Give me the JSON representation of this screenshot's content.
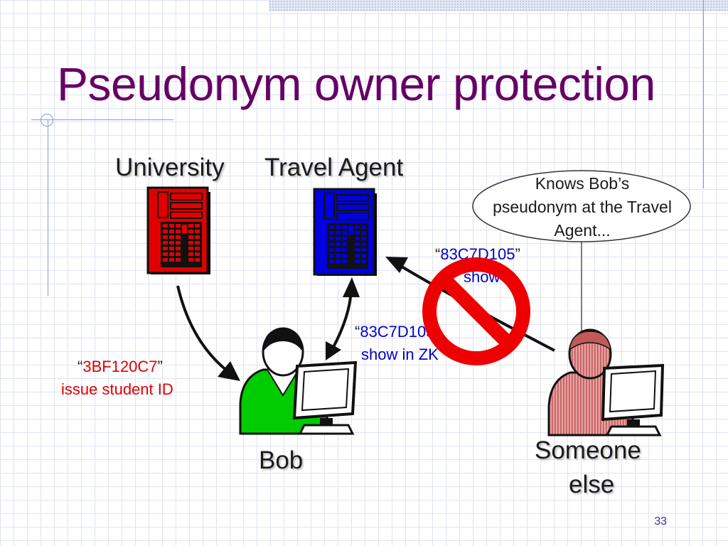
{
  "slide": {
    "title": "Pseudonym owner protection",
    "page_number": "33"
  },
  "nodes": {
    "university": {
      "label": "University",
      "color": "#e00000"
    },
    "travel_agent": {
      "label": "Travel Agent",
      "color": "#0000e0"
    },
    "bob": {
      "label": "Bob",
      "color": "#00cc00"
    },
    "someone_else": {
      "label_line1": "Someone",
      "label_line2": "else",
      "color": "#e08a8a"
    }
  },
  "edges": {
    "issue": {
      "open_quote": "“",
      "code": "3BF120C7",
      "close_quote": "”",
      "action": "issue student ID"
    },
    "show": {
      "open_quote": "“",
      "code": "83C7D105",
      "close_quote": "”",
      "action": "show in ZK"
    },
    "blocked": {
      "open_quote": "“",
      "code": "83C7D105",
      "close_quote": "”",
      "action": "show"
    }
  },
  "callout": {
    "line1": "Knows Bob’s",
    "line2": "pseudonym at the Travel",
    "line3": "Agent..."
  }
}
